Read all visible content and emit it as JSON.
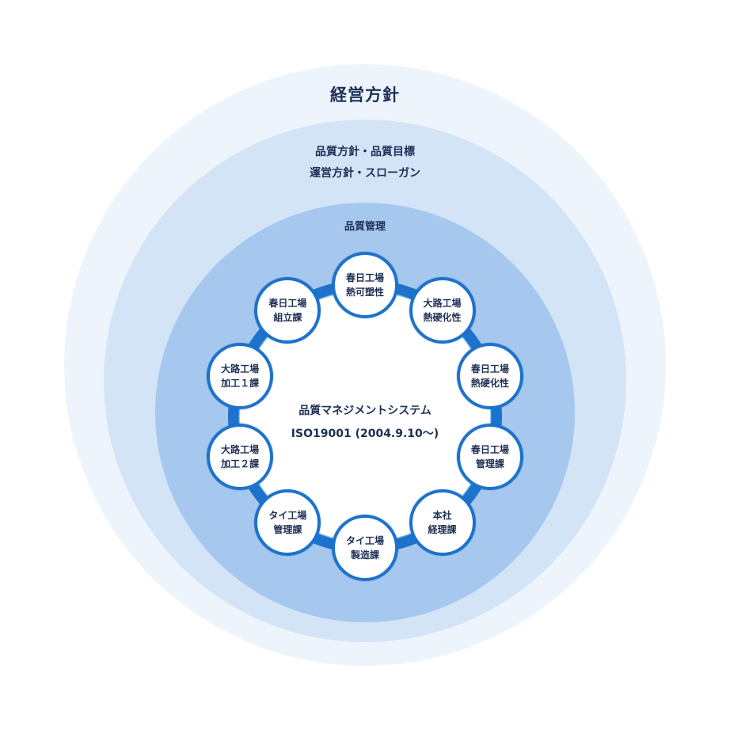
{
  "layers": {
    "outer_label": "経営方針",
    "middle_label_line1": "品質方針・品質目標",
    "middle_label_line2": "運営方針・スローガン",
    "inner_label": "品質管理"
  },
  "center": {
    "title": "品質マネジメントシステム",
    "subtitle": "ISO19001 (2004.9.10〜)"
  },
  "nodes": [
    {
      "line1": "春日工場",
      "line2": "熱可塑性"
    },
    {
      "line1": "大路工場",
      "line2": "熱硬化性"
    },
    {
      "line1": "春日工場",
      "line2": "熱硬化性"
    },
    {
      "line1": "春日工場",
      "line2": "管理課"
    },
    {
      "line1": "本社",
      "line2": "経理課"
    },
    {
      "line1": "タイ工場",
      "line2": "製造課"
    },
    {
      "line1": "タイ工場",
      "line2": "管理課"
    },
    {
      "line1": "大路工場",
      "line2": "加工２課"
    },
    {
      "line1": "大路工場",
      "line2": "加工１課"
    },
    {
      "line1": "春日工場",
      "line2": "組立課"
    }
  ],
  "colors": {
    "outer": "#edf4fc",
    "middle": "#d3e4f7",
    "inner": "#a6c8ee",
    "node_border": "#1d72cc",
    "connector": "#1d72cc",
    "text": "#1e2f55"
  }
}
